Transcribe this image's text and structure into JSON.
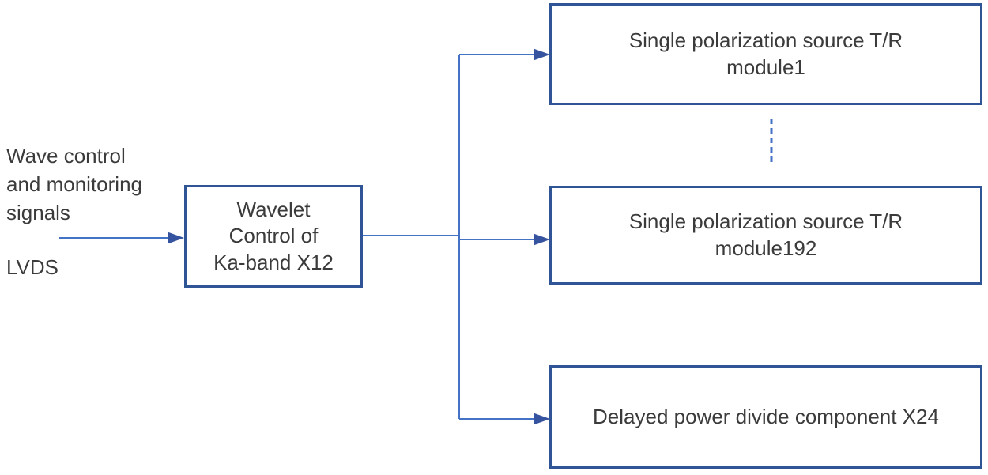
{
  "diagram": {
    "source_label": {
      "text": "Wave control\nand monitoring\nsignals"
    },
    "protocol_label": {
      "text": "LVDS"
    },
    "controller_box": {
      "text": "Wavelet\nControl of\nKa-band X12"
    },
    "module_boxes": [
      {
        "text": "Single polarization source T/R\nmodule1"
      },
      {
        "text": "Single polarization source T/R\nmodule192"
      },
      {
        "text": "Delayed power divide component X24"
      }
    ],
    "connectors": {
      "input_arrow": "from LVDS signals into wavelet control box",
      "trunk": "vertical fan-out line",
      "branches": [
        "to module1",
        "to module192",
        "to delayed power divide"
      ],
      "continuation": "dashed ellipsis between module1 and module192"
    },
    "colors": {
      "background": "#ffffff",
      "box_border": "#2f5597",
      "connector": "#4472c4",
      "arrowhead": "#35539e",
      "text": "#3b3b3b"
    }
  }
}
